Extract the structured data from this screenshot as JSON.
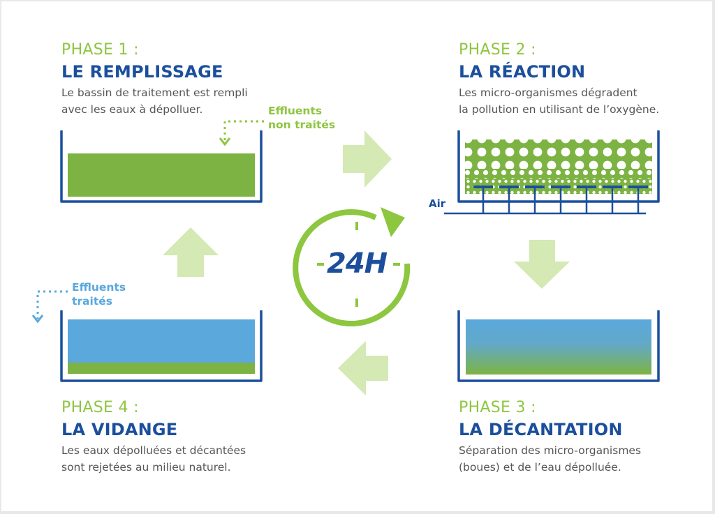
{
  "phases": [
    {
      "label": "PHASE 1 :",
      "title": "LE REMPLISSAGE",
      "line1": "Le bassin de traitement est rempli",
      "line2": "avec les eaux à dépolluer."
    },
    {
      "label": "PHASE 2 :",
      "title": "LA RÉACTION",
      "line1": "Les micro-organismes dégradent",
      "line2": "la pollution en utilisant de l’oxygène."
    },
    {
      "label": "PHASE 3 :",
      "title": "LA DÉCANTATION",
      "line1": "Séparation des micro-organismes",
      "line2": "(boues) et de l’eau dépolluée."
    },
    {
      "label": "PHASE 4 :",
      "title": "LA VIDANGE",
      "line1": "Les eaux dépolluées et décantées",
      "line2": "sont rejetées au milieu naturel."
    }
  ],
  "labels": {
    "influent_line1": "Effluents",
    "influent_line2": "non traités",
    "effluent_line1": "Effluents",
    "effluent_line2": "traités",
    "air": "Air"
  },
  "cycle": {
    "duration": "24H"
  },
  "colors": {
    "green": "#8dc63f",
    "sludge": "#7cb342",
    "water": "#5aa8dc",
    "navy": "#1b4f9c",
    "arrow": "#d4e9b3"
  }
}
